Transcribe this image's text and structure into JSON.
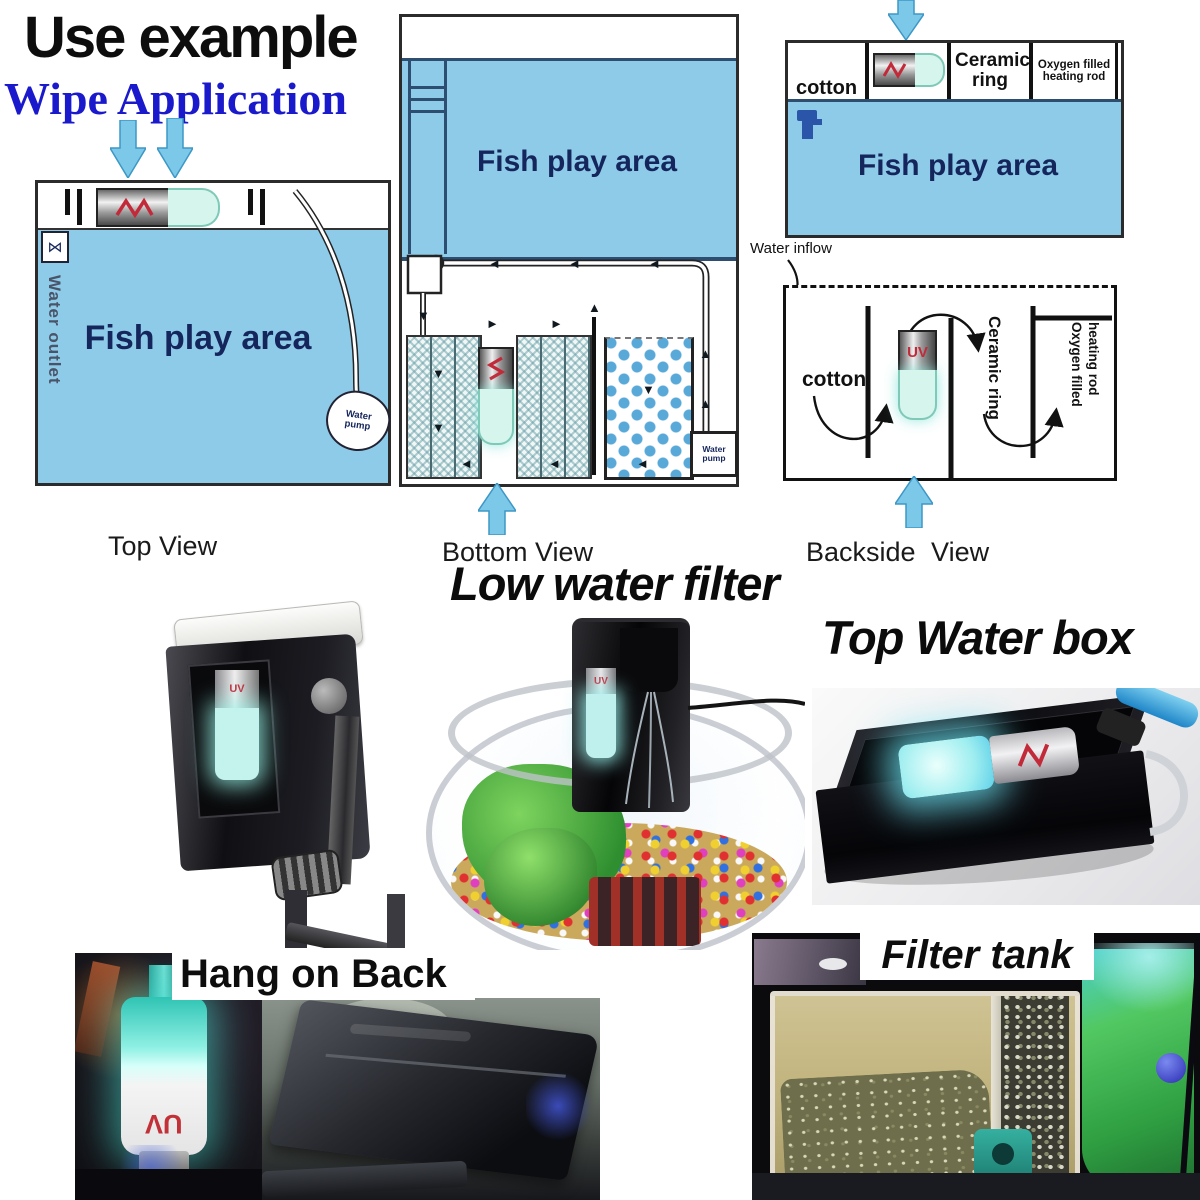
{
  "header": {
    "title": "Use example",
    "subtitle": "Wipe Application"
  },
  "icons": {
    "left": "◄",
    "right": "►",
    "up": "▲",
    "down": "▼",
    "valve": "⋈"
  },
  "lamp": {
    "uv_label": "UV"
  },
  "top_view": {
    "caption": "Top View",
    "fish_play_area": "Fish play area",
    "water_outlet": "Water outlet",
    "water_pump": "Water pump"
  },
  "bottom_view": {
    "caption": "Bottom View",
    "fish_play_area": "Fish play area",
    "water_pump": "Water pump"
  },
  "box_diagram": {
    "cotton": "cotton",
    "ceramic_ring": "Ceramic ring",
    "heating_rod": "Oxygen filled heating rod",
    "fish_play_area": "Fish play area"
  },
  "backside_view": {
    "caption": "Backside View",
    "water_inflow": "Water inflow",
    "cotton": "cotton",
    "ceramic_ring": "Ceramic ring",
    "rod_line1": "Oxygen filled",
    "rod_line2": "heating rod"
  },
  "titles": {
    "low_water_filter": "Low water filter",
    "top_water_box": "Top Water box",
    "hang_on_back": "Hang on Back",
    "filter_tank": "Filter tank"
  },
  "colors": {
    "water_blue": "#8ecbe9",
    "navy_text": "#15265c",
    "arrow_blue": "#7cc8e8",
    "title_blue": "#1a1acc",
    "uv_red": "#c22a3a"
  }
}
